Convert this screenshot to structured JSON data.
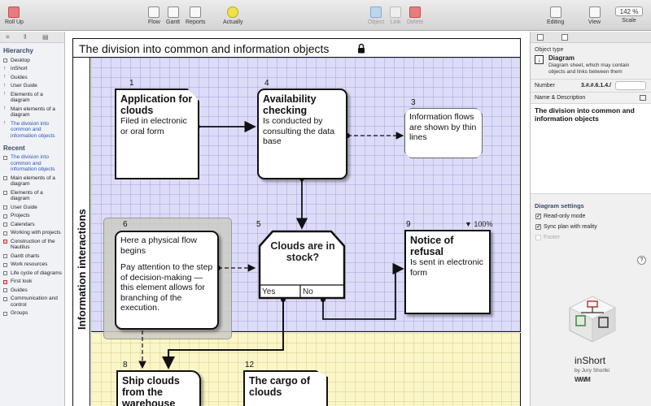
{
  "toolbar": {
    "rollup": "Roll Up",
    "flow": "Flow",
    "gantt": "Gantt",
    "reports": "Reports",
    "actually": "Actually",
    "object": "Object",
    "link": "Link",
    "delete": "Delete",
    "editing": "Editing",
    "view": "View",
    "zoom_value": "142 %",
    "scale": "Scale"
  },
  "sidebar": {
    "hierarchy_title": "Hierarchy",
    "hierarchy": [
      {
        "label": "Desktop"
      },
      {
        "label": "inShort"
      },
      {
        "label": "Guides"
      },
      {
        "label": "User Guide"
      },
      {
        "label": "Elements of a diagram"
      },
      {
        "label": "Main elements of a diagram"
      },
      {
        "label": "The division into common and information objects"
      }
    ],
    "recent_title": "Recent",
    "recent": [
      {
        "label": "The division into common and information objects"
      },
      {
        "label": "Main elements of a diagram"
      },
      {
        "label": "Elements of a diagram"
      },
      {
        "label": "User Guide"
      },
      {
        "label": "Projects"
      },
      {
        "label": "Calendars"
      },
      {
        "label": "Working with projects"
      },
      {
        "label": "Construction of the Nautilus"
      },
      {
        "label": "Gantt charts"
      },
      {
        "label": "Work resources"
      },
      {
        "label": "Life cycle of diagrams"
      },
      {
        "label": "First look"
      },
      {
        "label": "Guides"
      },
      {
        "label": "Communication and control"
      },
      {
        "label": "Groups"
      }
    ]
  },
  "diagram": {
    "title": "The division into common and information objects",
    "lane_label": "Information interactions",
    "nodes": {
      "n1": {
        "num": "1",
        "title": "Application for clouds",
        "text": "Filed in electronic or oral form"
      },
      "n4": {
        "num": "4",
        "title": "Availability checking",
        "text": "Is conducted by consulting the data base"
      },
      "n3": {
        "num": "3",
        "text": "Information flows are shown by thin lines"
      },
      "n6": {
        "num": "6",
        "text1": "Here a physical flow begins",
        "text2": "Pay attention to the step of decision-making — this element allows for branching of the execution."
      },
      "n5": {
        "num": "5",
        "title": "Clouds are in stock?",
        "yes": "Yes",
        "no": "No"
      },
      "n9": {
        "num": "9",
        "title": "Notice of refusal",
        "text": "Is sent in electronic form",
        "percent": "100%"
      },
      "n8": {
        "num": "8",
        "title": "Ship clouds from the warehouse"
      },
      "n12": {
        "num": "12",
        "title": "The cargo of clouds"
      }
    }
  },
  "inspector": {
    "object_type_label": "Object type",
    "type_name": "Diagram",
    "type_desc": "Diagram sheet, which may contain objects and links between them",
    "number_label": "Number",
    "number_value": "3.#.#.6.1.4./",
    "name_label": "Name & Description",
    "name_value": "The division into common and information objects",
    "settings_title": "Diagram settings",
    "settings": {
      "read_only": "Read-only mode",
      "sync": "Sync plan with reality",
      "footer": "Footer"
    },
    "help": "?",
    "app_name": "inShort",
    "app_author": "by Jury Shortki",
    "app_mark": "WWM"
  },
  "colors": {
    "blue_lane": "#dcdcf8",
    "yellow_lane": "#fbf6c8",
    "active_link": "#2a54b8"
  }
}
